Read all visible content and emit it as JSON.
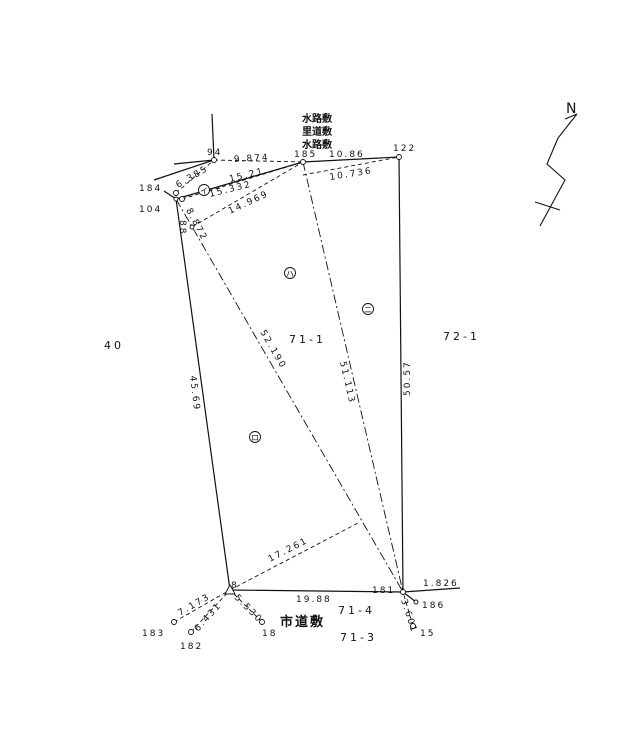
{
  "parcels": {
    "main": "71-1",
    "east": "72-1",
    "west": "40",
    "south_near": "71-4",
    "south_far": "71-3"
  },
  "notes": {
    "waterway_1": "水路敷",
    "village_road": "里道敷",
    "waterway_2": "水路敷",
    "city_road": "市道敷"
  },
  "points": {
    "p94": "94",
    "p185": "185",
    "p122": "122",
    "p184": "184",
    "p104": "104",
    "p88": "88",
    "p8": "8",
    "p181": "181",
    "p183": "183",
    "p182": "182",
    "p18": "18",
    "p186": "186",
    "p15": "15"
  },
  "distances": {
    "d94_185": "9.874",
    "d185_122": "10.86",
    "d_6385": "6.385",
    "d_1521": "15.21",
    "d_10736": "10.736",
    "d_15332": "15.332",
    "d_14969": "14.969",
    "d_8872": "8.872",
    "d_5219": "52.190",
    "d_51113": "51.113",
    "d_5057": "50.57",
    "d_4569": "45.69",
    "d_17261": "17.261",
    "d_1988": "19.88",
    "d_1826": "1.826",
    "d_7173": "7.173",
    "d_6431": "6.431",
    "d_5530": "5.530",
    "d_3601": "3.601"
  },
  "zones": {
    "i": "イ",
    "ro": "ロ",
    "ha": "ハ",
    "ni": "ニ"
  },
  "north": "N"
}
